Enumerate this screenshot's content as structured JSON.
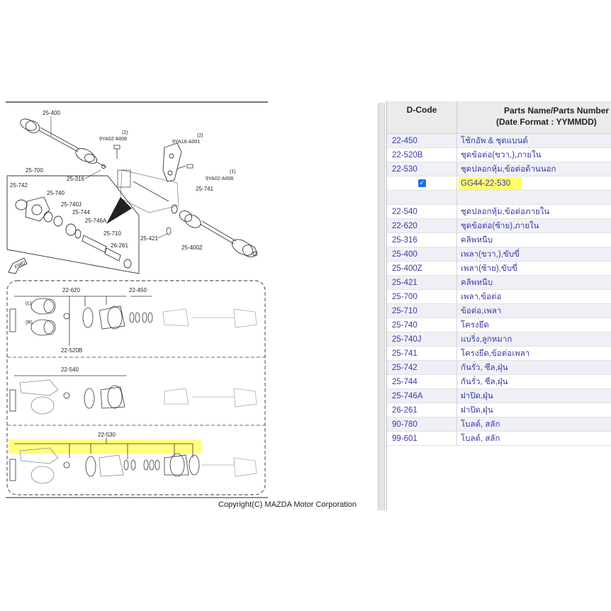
{
  "diagram": {
    "labels": {
      "p25_400": "25-400",
      "p9ya02_top": "9YA02-A008",
      "qty2_a": "(2)",
      "p9ya16": "9YA16-A001",
      "qty2_b": "(2)",
      "p9ya02_right": "9YA02-A008",
      "qty1": "(1)",
      "p25_316": "25-316",
      "p25_741": "25-741",
      "p25_700": "25-700",
      "p25_742": "25-742",
      "p25_740": "25-740",
      "p25_740j": "25-740J",
      "p25_744": "25-744",
      "p25_746a": "25-746A",
      "p25_710": "25-710",
      "p26_261": "26-261",
      "p25_421": "25-421",
      "p25_400z": "25-400Z",
      "fwd": "FWD",
      "p22_620": "22-620",
      "p22_450": "22-450",
      "l_mark": "(L)",
      "r_mark": "(R)",
      "p22_520b": "22-520B",
      "p22_540": "22-540",
      "p22_530": "22-530"
    },
    "copyright": "Copyright(C) MAZDA Motor Corporation"
  },
  "table": {
    "header_dcode": "D-Code",
    "header_name_l1": "Parts Name/Parts Number",
    "header_name_l2": "(Date Format : YYMMDD)",
    "rows_top": [
      {
        "code": "22-450",
        "name": "โช้กอัพ & ชุดแบนด์"
      },
      {
        "code": "22-520B",
        "name": "ชุดข้อต่อ(ขวา,),ภายใน"
      },
      {
        "code": "22-530",
        "name": "ชุดปลอกหุ้ม,ข้อต่อด้านนอก"
      }
    ],
    "selected_part_number": "GG44-22-530",
    "rows_bottom": [
      {
        "code": "22-540",
        "name": "ชุดปลอกหุ้ม,ข้อต่อภายใน"
      },
      {
        "code": "22-620",
        "name": "ชุดข้อต่อ(ซ้าย),ภายใน"
      },
      {
        "code": "25-316",
        "name": "คลิพหนีบ"
      },
      {
        "code": "25-400",
        "name": "เพลา(ขวา,),ขับขี่"
      },
      {
        "code": "25-400Z",
        "name": "เพลา(ซ้าย),ขับขี่"
      },
      {
        "code": "25-421",
        "name": "คลิพหนีบ"
      },
      {
        "code": "25-700",
        "name": "เพลา,ข้อต่อ"
      },
      {
        "code": "25-710",
        "name": "ข้อต่อ,เพลา"
      },
      {
        "code": "25-740",
        "name": "โครงยึด"
      },
      {
        "code": "25-740J",
        "name": "แบริ่ง,ลูกหมาก"
      },
      {
        "code": "25-741",
        "name": "โครงยึด,ข้อต่อเพลา"
      },
      {
        "code": "25-742",
        "name": "กันรั่ว, ซีล,ฝุ่น"
      },
      {
        "code": "25-744",
        "name": "กันรั่ว, ซีล,ฝุ่น"
      },
      {
        "code": "25-746A",
        "name": "ฝาปิด,ฝุ่น"
      },
      {
        "code": "26-261",
        "name": "ฝาปิด,ฝุ่น"
      },
      {
        "code": "90-780",
        "name": "โบลต์, สลัก"
      },
      {
        "code": "99-601",
        "name": "โบลต์, สลัก"
      }
    ]
  },
  "colors": {
    "link": "#3a3aa6",
    "highlight": "#ffff6b",
    "row_alt": "#eef0f6",
    "checkbox": "#1a73e8"
  }
}
